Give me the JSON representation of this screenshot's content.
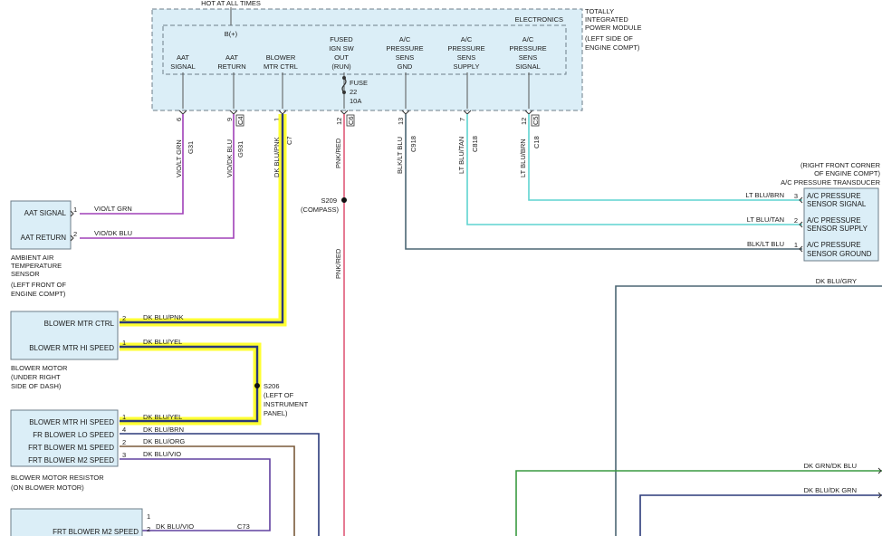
{
  "header": {
    "hot_at_all_times": "HOT AT ALL TIMES",
    "b_plus": "B(+)",
    "module_desc": [
      "TOTALLY",
      "INTEGRATED",
      "POWER MODULE",
      "(LEFT SIDE OF",
      "ENGINE COMPT)"
    ],
    "electronics": "ELECTRONICS"
  },
  "module_pins": [
    {
      "lines": [
        "AAT",
        "SIGNAL"
      ],
      "pin": "6",
      "connector": "G31",
      "wire": "VIO/LT GRN"
    },
    {
      "lines": [
        "AAT",
        "RETURN"
      ],
      "pin": "9",
      "connector": "G931",
      "connector_box": "C4",
      "wire": "VIO/DK BLU"
    },
    {
      "lines": [
        "BLOWER",
        "MTR CTRL"
      ],
      "pin": "1",
      "connector": "C7",
      "wire": "DK BLU/PNK"
    },
    {
      "lines": [
        "FUSED",
        "IGN SW",
        "OUT",
        "(RUN)"
      ],
      "pin": "12",
      "connector_box": "C6",
      "wire": "PNK/RED"
    },
    {
      "lines": [
        "A/C",
        "PRESSURE",
        "SENS",
        "GND"
      ],
      "pin": "13",
      "connector": "C918",
      "wire": "BLK/LT BLU"
    },
    {
      "lines": [
        "A/C",
        "PRESSURE",
        "SENS",
        "SUPPLY"
      ],
      "pin": "7",
      "connector": "C818",
      "wire": "LT BLU/TAN"
    },
    {
      "lines": [
        "A/C",
        "PRESSURE",
        "SENS",
        "SIGNAL"
      ],
      "pin": "12",
      "connector": "C18",
      "connector_box": "C5",
      "wire": "LT BLU/BRN"
    }
  ],
  "fuse": {
    "label": "FUSE",
    "number": "22",
    "rating": "10A"
  },
  "splice_s209": {
    "id": "S209",
    "desc": "(COMPASS)"
  },
  "pnk_red_lower": "PNK/RED",
  "aat_sensor": {
    "pins": [
      {
        "label": "AAT SIGNAL",
        "pin": "1",
        "wire": "VIO/LT GRN"
      },
      {
        "label": "AAT RETURN",
        "pin": "2",
        "wire": "VIO/DK BLU"
      }
    ],
    "desc": [
      "AMBIENT AIR",
      "TEMPERATURE",
      "SENSOR",
      "(LEFT FRONT OF",
      "ENGINE COMPT)"
    ]
  },
  "transducer": {
    "desc": [
      "(RIGHT FRONT CORNER",
      "OF ENGINE COMPT)",
      "A/C PRESSURE TRANSDUCER"
    ],
    "pins": [
      {
        "lines": [
          "A/C PRESSURE",
          "SENSOR SIGNAL"
        ],
        "pin": "3",
        "wire": "LT BLU/BRN"
      },
      {
        "lines": [
          "A/C PRESSURE",
          "SENSOR SUPPLY"
        ],
        "pin": "2",
        "wire": "LT BLU/TAN"
      },
      {
        "lines": [
          "A/C PRESSURE",
          "SENSOR GROUND"
        ],
        "pin": "1",
        "wire": "BLK/LT BLU"
      }
    ]
  },
  "blower_motor": {
    "pins": [
      {
        "label": "BLOWER MTR CTRL",
        "pin": "2",
        "wire": "DK BLU/PNK"
      },
      {
        "label": "BLOWER MTR HI SPEED",
        "pin": "1",
        "wire": "DK BLU/YEL"
      }
    ],
    "desc": [
      "BLOWER MOTOR",
      "(UNDER RIGHT",
      "SIDE OF DASH)"
    ]
  },
  "splice_s206": {
    "id": "S206",
    "desc": [
      "(LEFT OF",
      "INSTRUMENT",
      "PANEL)"
    ]
  },
  "resistor": {
    "pins": [
      {
        "label": "BLOWER MTR HI SPEED",
        "pin": "1",
        "wire": "DK BLU/YEL"
      },
      {
        "label": "FR BLOWER LO SPEED",
        "pin": "4",
        "wire": "DK BLU/BRN"
      },
      {
        "label": "FRT BLOWER M1 SPEED",
        "pin": "2",
        "wire": "DK BLU/ORG"
      },
      {
        "label": "FRT BLOWER M2 SPEED",
        "pin": "3",
        "wire": "DK BLU/VIO"
      }
    ],
    "desc": [
      "BLOWER MOTOR RESISTOR",
      "(ON BLOWER MOTOR)"
    ]
  },
  "bottom_box": {
    "label": "FRT BLOWER M2 SPEED",
    "pins": [
      "1",
      "2"
    ],
    "wire": "DK BLU/VIO",
    "connector": "C73"
  },
  "right_wires": [
    "DK BLU/GRY",
    "DK GRN/DK BLU",
    "DK BLU/DK GRN"
  ],
  "colors": {
    "module_fill": "#dbeef7",
    "box_fill": "#dbeef7",
    "violet": "#a040b8",
    "dk_blu": "#2b3a7a",
    "pnk_red": "#e05a78",
    "cyan": "#5fd4d0",
    "slate": "#4b6673",
    "green": "#3a9a40",
    "highlight": "#ffff33"
  }
}
